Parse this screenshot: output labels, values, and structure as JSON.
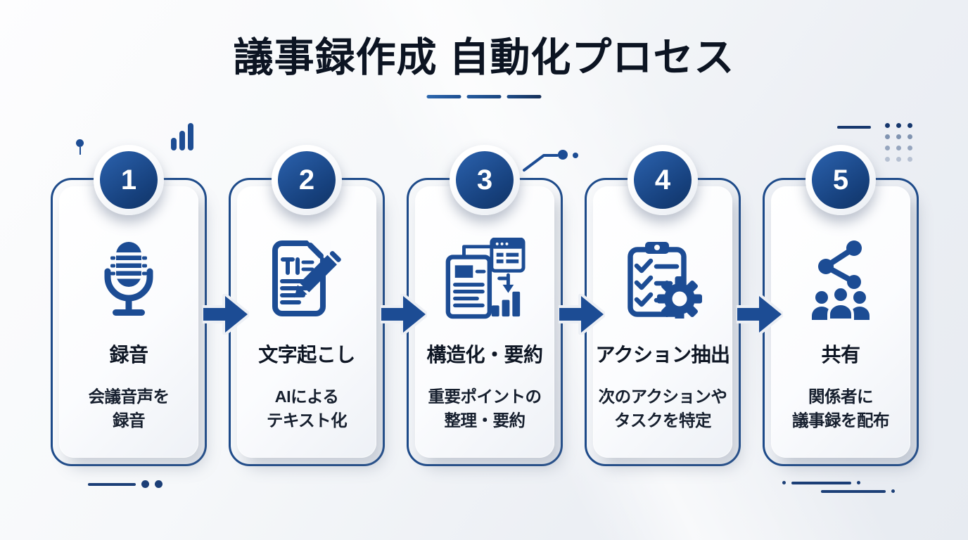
{
  "header": {
    "title": "議事録作成 自動化プロセス"
  },
  "colors": {
    "navy": "#1c4c94",
    "border_navy": "#1e4b8a",
    "circle_gradient_dark": "#113465",
    "title_text": "#0c1422",
    "background_light": "#eceff4"
  },
  "steps": [
    {
      "number": "1",
      "icon": "microphone-icon",
      "title": "録音",
      "description": "会議音声を\n録音"
    },
    {
      "number": "2",
      "icon": "document-pencil-icon",
      "title": "文字起こし",
      "description": "AIによる\nテキスト化"
    },
    {
      "number": "3",
      "icon": "document-structure-chart-icon",
      "title": "構造化・要約",
      "description": "重要ポイントの\n整理・要約"
    },
    {
      "number": "4",
      "icon": "clipboard-checklist-gear-icon",
      "title": "アクション抽出",
      "description": "次のアクションや\nタスクを特定"
    },
    {
      "number": "5",
      "icon": "share-people-icon",
      "title": "共有",
      "description": "関係者に\n議事録を配布"
    }
  ],
  "flow": {
    "arrow_count": 4,
    "direction": "left-to-right"
  }
}
